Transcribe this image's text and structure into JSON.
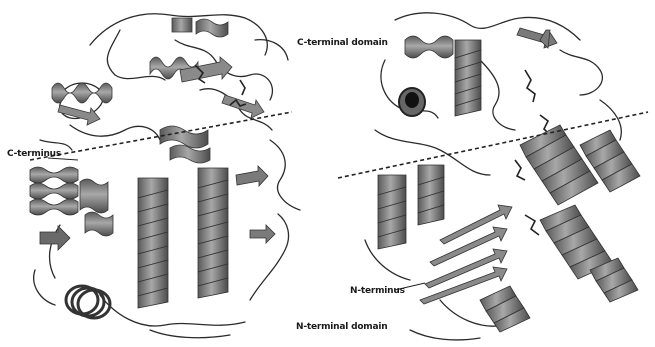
{
  "labels": {
    "c_terminal_domain": "C-terminal domain",
    "n_terminal_domain": "N-terminal domain",
    "c_terminus": "C-terminus",
    "n_terminus": "N-terminus"
  },
  "colors": {
    "ribbon": "#8c8c8c",
    "ribbon_dark": "#4a4a4a",
    "coil": "#2b2b2b",
    "divider": "#222222"
  }
}
